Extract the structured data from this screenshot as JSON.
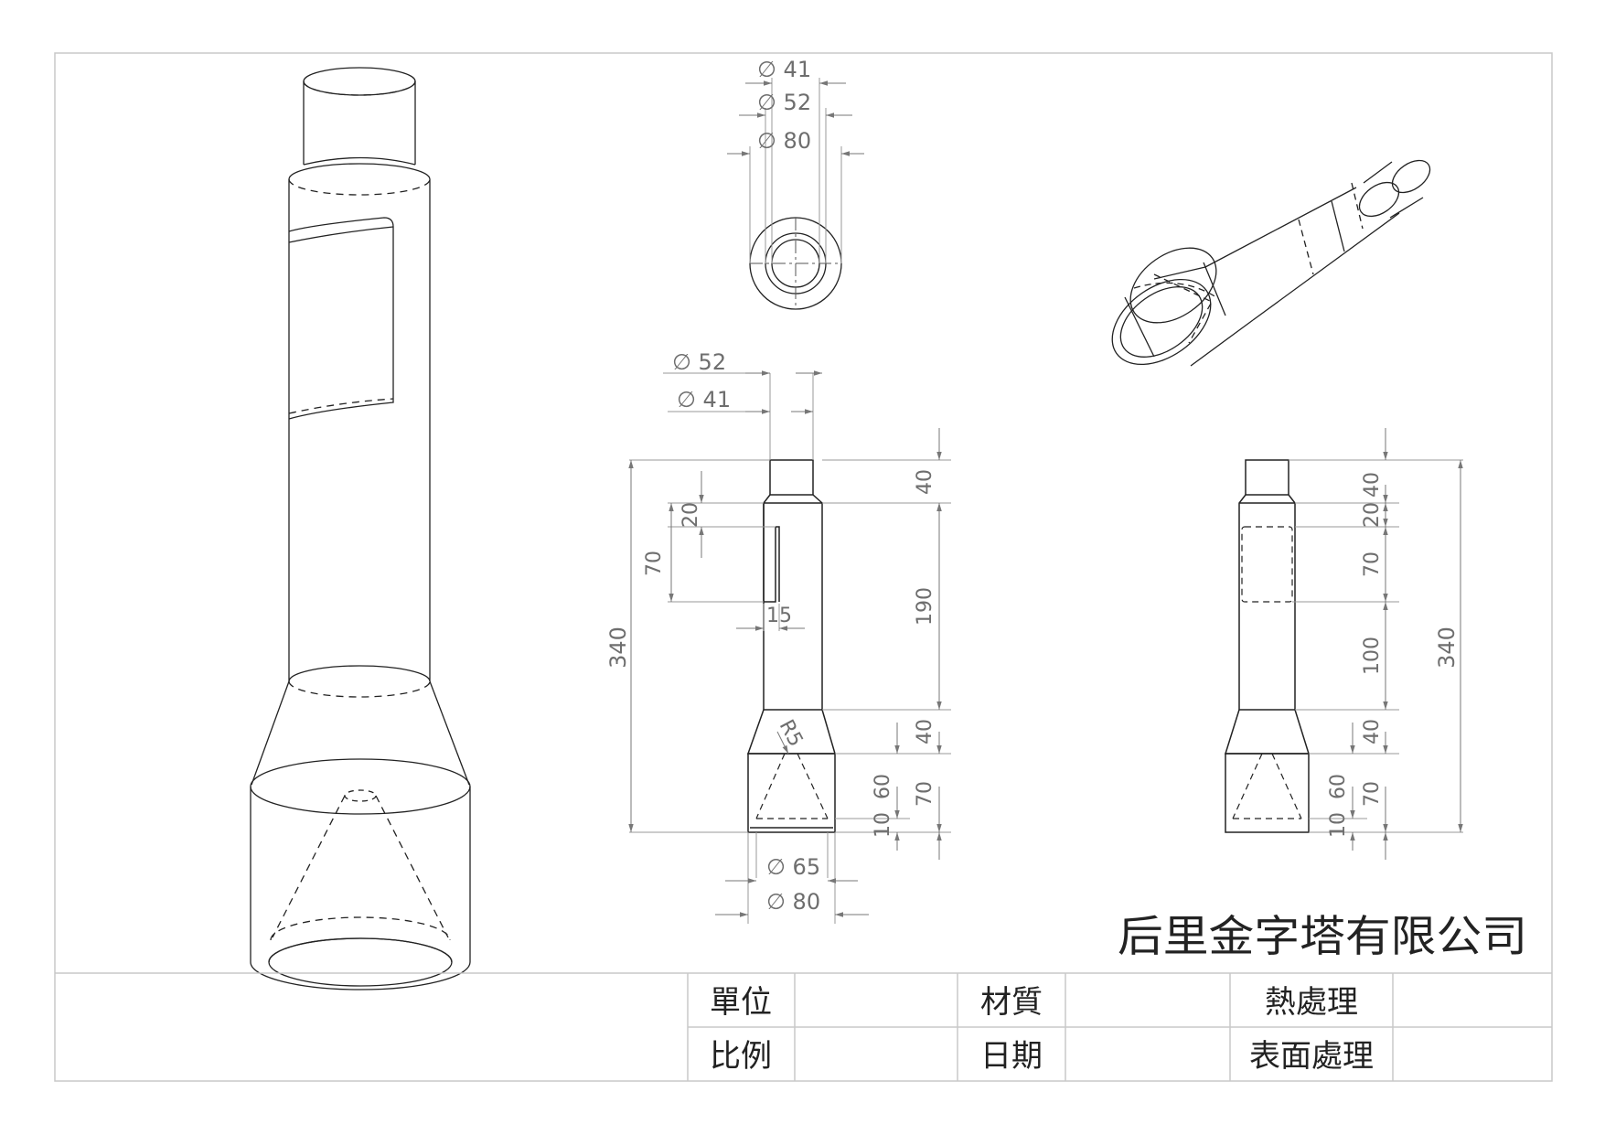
{
  "company": "后里金字塔有限公司",
  "title_block": {
    "unit": "單位",
    "material": "材質",
    "heat_treatment": "熱處理",
    "scale": "比例",
    "date": "日期",
    "surface_treatment": "表面處理"
  },
  "top_view": {
    "d41": "41",
    "d52": "52",
    "d80": "80"
  },
  "front_view": {
    "d52": "52",
    "d41": "41",
    "overall": "340",
    "slot_from_shoulder": "20",
    "slot_length": "70",
    "slot_depth": "15",
    "top_length": "40",
    "shaft_length": "190",
    "cone_length": "40",
    "base_length": "70",
    "inner_cone": "60",
    "base_bottom": "10",
    "radius": "R5",
    "d65": "65",
    "d80": "80"
  },
  "side_view": {
    "top_length": "40",
    "d20": "20",
    "slot_length": "70",
    "shaft_length": "100",
    "cone_length": "40",
    "base_length": "70",
    "inner_cone": "60",
    "base_bottom": "10",
    "overall": "340"
  },
  "symbols": {
    "diameter": "∅"
  }
}
